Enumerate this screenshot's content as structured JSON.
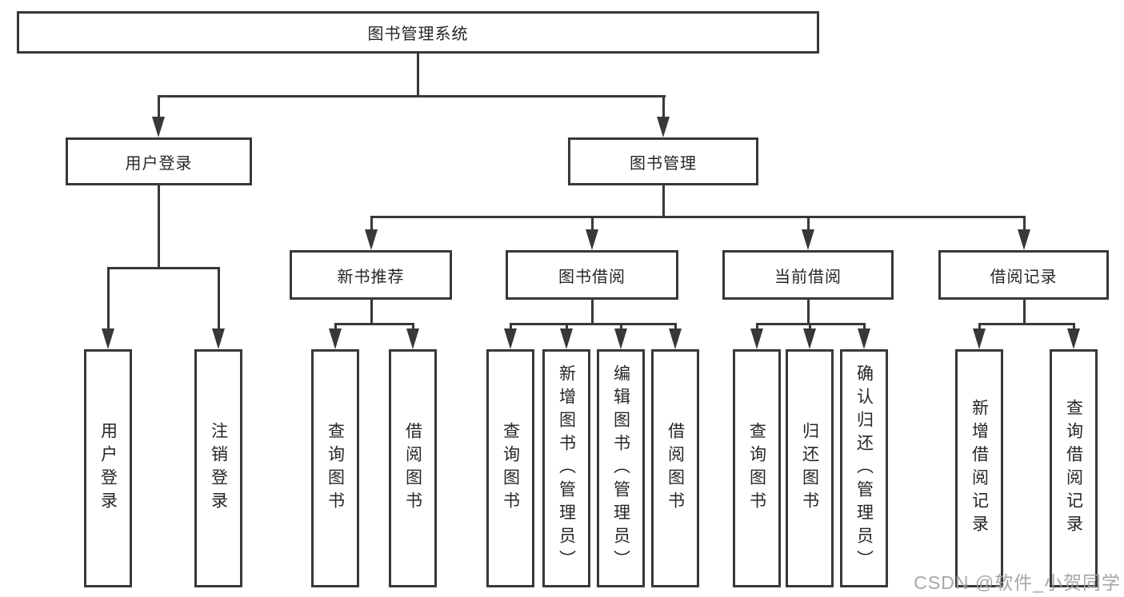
{
  "root": {
    "label": "图书管理系统"
  },
  "level1": {
    "user_login": {
      "label": "用户登录"
    },
    "book_mgmt": {
      "label": "图书管理"
    }
  },
  "level2": {
    "new_books": {
      "label": "新书推荐"
    },
    "borrow": {
      "label": "图书借阅"
    },
    "current": {
      "label": "当前借阅"
    },
    "records": {
      "label": "借阅记录"
    }
  },
  "leaves": {
    "login": "用户登录",
    "logout": "注销登录",
    "nb_query": "查询图书",
    "nb_borrow": "借阅图书",
    "bw_query": "查询图书",
    "bw_add": "新增图书（管理员）",
    "bw_edit": "编辑图书（管理员）",
    "bw_borrow": "借阅图书",
    "cur_query": "查询图书",
    "cur_return": "归还图书",
    "cur_confirm": "确认归还（管理员）",
    "rec_add": "新增借阅记录",
    "rec_query": "查询借阅记录"
  },
  "watermark": {
    "text": "CSDN @软件_小贺同学"
  },
  "colors": {
    "line": "#383838",
    "text": "#262626",
    "watermark": "#9e9e9e",
    "background": "#ffffff"
  }
}
